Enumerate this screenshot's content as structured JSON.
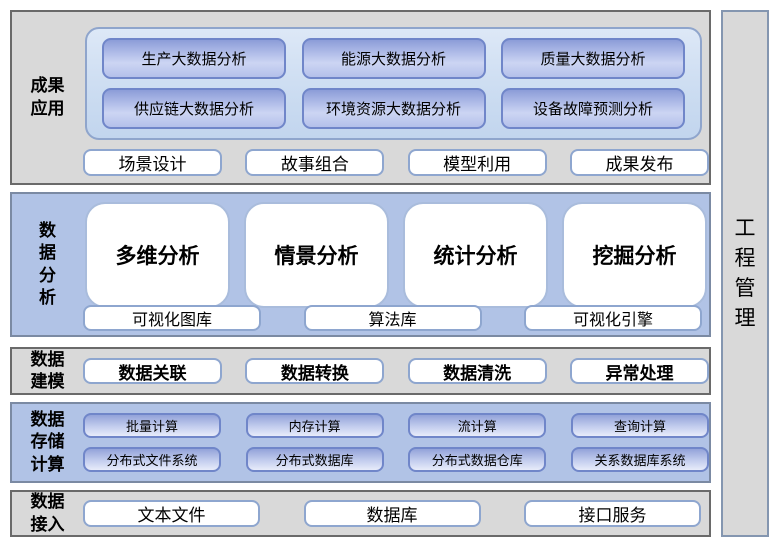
{
  "layers": {
    "achievement": {
      "label_lines": [
        "成果",
        "应用"
      ],
      "buttons": [
        "生产大数据分析",
        "能源大数据分析",
        "质量大数据分析",
        "供应链大数据分析",
        "环境资源大数据分析",
        "设备故障预测分析"
      ],
      "tools": [
        "场景设计",
        "故事组合",
        "模型利用",
        "成果发布"
      ]
    },
    "analysis": {
      "label_chars": [
        "数",
        "据",
        "分",
        "析"
      ],
      "modules": [
        "多维分析",
        "情景分析",
        "统计分析",
        "挖掘分析"
      ],
      "libs": [
        "可视化图库",
        "算法库",
        "可视化引擎"
      ]
    },
    "modeling": {
      "label_lines": [
        "数据",
        "建模"
      ],
      "boxes": [
        "数据关联",
        "数据转换",
        "数据清洗",
        "异常处理"
      ]
    },
    "storage": {
      "label_lines": [
        "数据",
        "存储",
        "计算"
      ],
      "computing": [
        "批量计算",
        "内存计算",
        "流计算",
        "查询计算"
      ],
      "storage": [
        "分布式文件系统",
        "分布式数据库",
        "分布式数据仓库",
        "关系数据库系统"
      ]
    },
    "access": {
      "label_lines": [
        "数据",
        "接入"
      ],
      "boxes": [
        "文本文件",
        "数据库",
        "接口服务"
      ]
    }
  },
  "side_panel": {
    "label": "工程管理",
    "label_chars": [
      "工",
      "程",
      "管",
      "理"
    ]
  },
  "colors": {
    "band_gray": "#d9d9d9",
    "band_blue": "#b1c3e6",
    "band_gray_border": "#6a6a6a",
    "apps_container_fill_top": "#dde8f7",
    "apps_container_fill_bottom": "#c2d5ee",
    "apps_container_border": "#8fa5cc",
    "gradient_button_top": "#8c9dd8",
    "gradient_button_mid": "#ccd5f3",
    "gradient_button_border": "#7086c9",
    "white_box_border": "#8ea6cf",
    "big_box_border": "#a9bcdc",
    "side_band_border": "#8496b0"
  }
}
